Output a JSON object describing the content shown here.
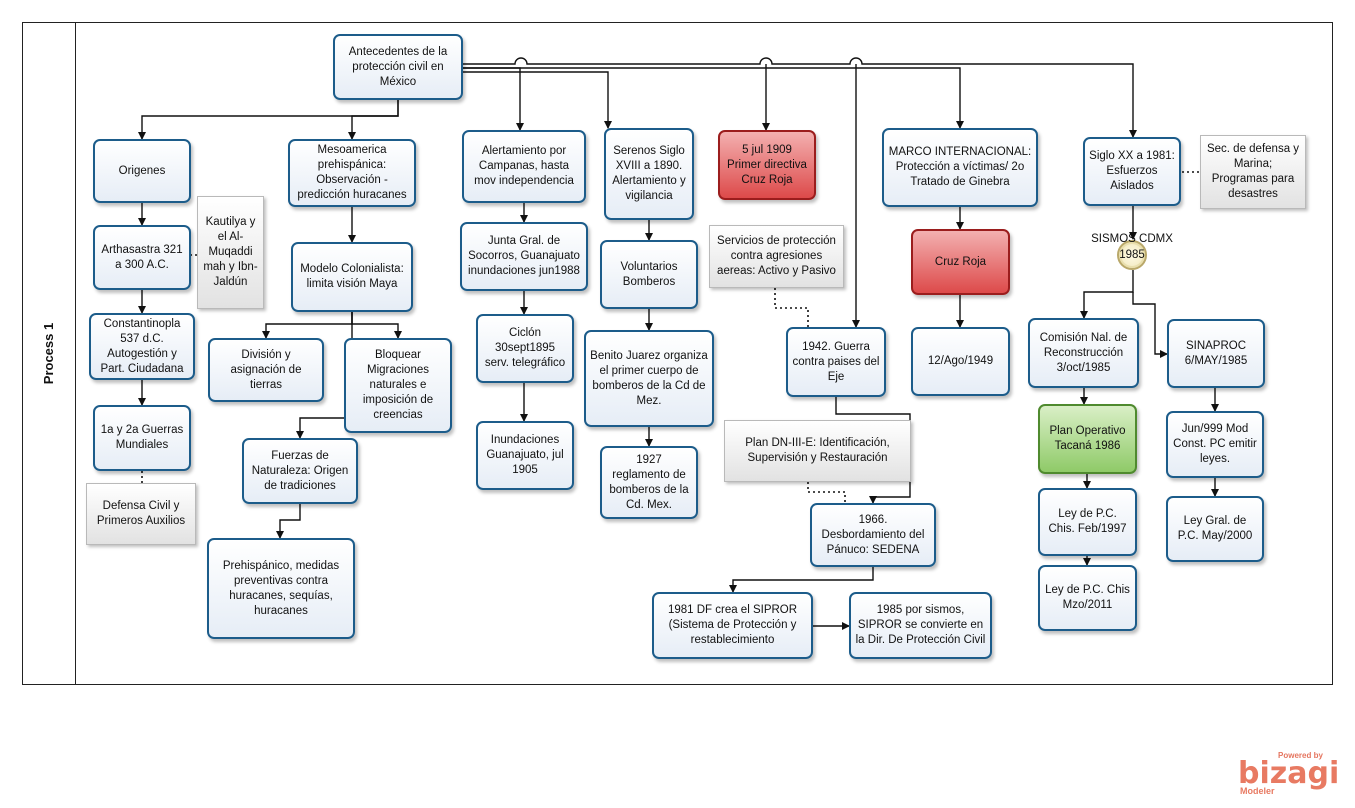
{
  "lane": {
    "title": "Process 1"
  },
  "nodes": {
    "antecedentes": "Antecedentes de la protección civil en México",
    "origenes": "Origenes",
    "arthasastra": "Arthasastra 321 a 300 A.C.",
    "constantinopla": "Constantinopla 537 d.C. Autogestión y Part. Ciudadana",
    "guerras": "1a y 2a Guerras Mundiales",
    "mesoamerica": "Mesoamerica prehispánica: Observación - predicción huracanes",
    "colonialista": "Modelo Colonialista: limita visión  Maya",
    "division": "División y asignación de tierras",
    "bloquear": "Bloquear Migraciones naturales e imposición de creencias",
    "fuerzas": "Fuerzas de Naturaleza: Origen de tradiciones",
    "prehispanico": "Prehispánico, medidas preventivas contra huracanes, sequías, huracanes",
    "alertamiento": "Alertamiento por Campanas, hasta mov independencia",
    "junta": "Junta Gral. de Socorros, Guanajuato inundaciones jun1988",
    "ciclon": "Ciclón 30sept1895 serv. telegráfico",
    "inundaciones": "Inundaciones Guanajuato, jul 1905",
    "serenos": "Serenos Siglo XVIII a 1890. Alertamiento y vigilancia",
    "voluntarios": "Voluntarios Bomberos",
    "benito": "Benito Juarez organiza el primer cuerpo de bomberos de la Cd de Mez.",
    "reglamento": "1927 reglamento de bomberos de la Cd. Mex.",
    "jul1909": "5 jul 1909 Primer directiva Cruz Roja",
    "guerra1942": "1942. Guerra contra paises del Eje",
    "panuco": "1966. Desbordamiento del Pánuco: SEDENA",
    "sipror": "1981 DF  crea el SIPROR (Sistema de Protección y restablecimiento",
    "sismos1985": "1985 por  sismos, SIPROR se convierte en la Dir. De Protección Civil",
    "marco": "MARCO INTERNACIONAL: Protección a víctimas/ 2o Tratado de Ginebra",
    "cruzroja": "Cruz Roja",
    "ago1949": "12/Ago/1949",
    "sigloxx": "Siglo XX a 1981: Esfuerzos Aislados",
    "comision": "Comisión Nal. de Reconstrucción 3/oct/1985",
    "sinaproc": "SINAPROC 6/MAY/1985",
    "tacana": "Plan Operativo Tacaná 1986",
    "chis1997": "Ley de P.C. Chis.  Feb/1997",
    "chis2011": "Ley de P.C. Chis Mzo/2011",
    "jun999": "Jun/999 Mod Const. PC emitir leyes.",
    "leygral": "Ley Gral. de P.C. May/2000"
  },
  "annotations": {
    "kautilya": "Kautilya y el Al-Muqaddi mah y Ibn-Jaldún",
    "defensa": "Defensa Civil y Primeros Auxilios",
    "servicios": "Servicios de protección contra agresiones aereas: Activo y Pasivo",
    "plandn": "Plan DN-III-E: Identificación, Supervisión y Restauración",
    "secdefensa": "Sec. de defensa y Marina; Programas para desastres"
  },
  "event": {
    "label": "SISMOS CDMX",
    "year": "1985"
  },
  "branding": {
    "powered": "Powered by",
    "logo": "bizagi",
    "product": "Modeler"
  },
  "colors": {
    "task_border": "#1c5c8a",
    "red_task": "#dd4a4a",
    "green_task": "#8fca68",
    "brand": "#e87a62"
  }
}
